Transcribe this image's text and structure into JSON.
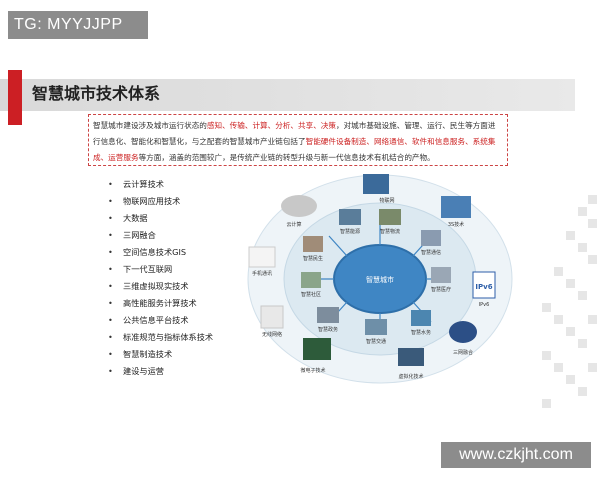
{
  "tag": "TG: MYYJJPP",
  "title": "智慧城市技术体系",
  "description": {
    "p1": "智慧城市建设涉及城市运行状态的",
    "h1": "感知、传输、计算、分析、共享、决策",
    "p2": "，对城市基础设施、管理、运行、民生等方面进行信息化、智能化和智慧化，与之配套的智慧城市产业链包括了",
    "h2": "智能硬件设备制造、网络通信、软件和信息服务、系统集成、运营服务",
    "p3": "等方面，涵盖的范围较广，是传统产业链的转型升级与新一代信息技术有机结合的产物。"
  },
  "tech_list": [
    "云计算技术",
    "物联网应用技术",
    "大数据",
    "三网融合",
    "空间信息技术GIS",
    "下一代互联网",
    "三维虚拟现实技术",
    "高性能服务计算技术",
    "公共信息平台技术",
    "标准规范与指标体系技术",
    "智慧制造技术",
    "建设与运营"
  ],
  "diagram": {
    "center": "智慧城市",
    "inner": [
      "智慧能源",
      "智慧物流",
      "智慧通信",
      "智慧医疗",
      "智慧水务",
      "智慧交通",
      "智慧政务",
      "智慧社区",
      "智慧民生"
    ],
    "outer": [
      "物联网",
      "3S技术",
      "IPv6",
      "三网融合",
      "虚拟化技术",
      "微电子技术",
      "无线网络",
      "手机通讯",
      "云计算"
    ],
    "ipv6_logo": "IPv6"
  },
  "watermark": "www.czkjht.com",
  "colors": {
    "accent": "#cc1f24",
    "highlight": "#c22222",
    "ring": "#d6e6ef"
  }
}
